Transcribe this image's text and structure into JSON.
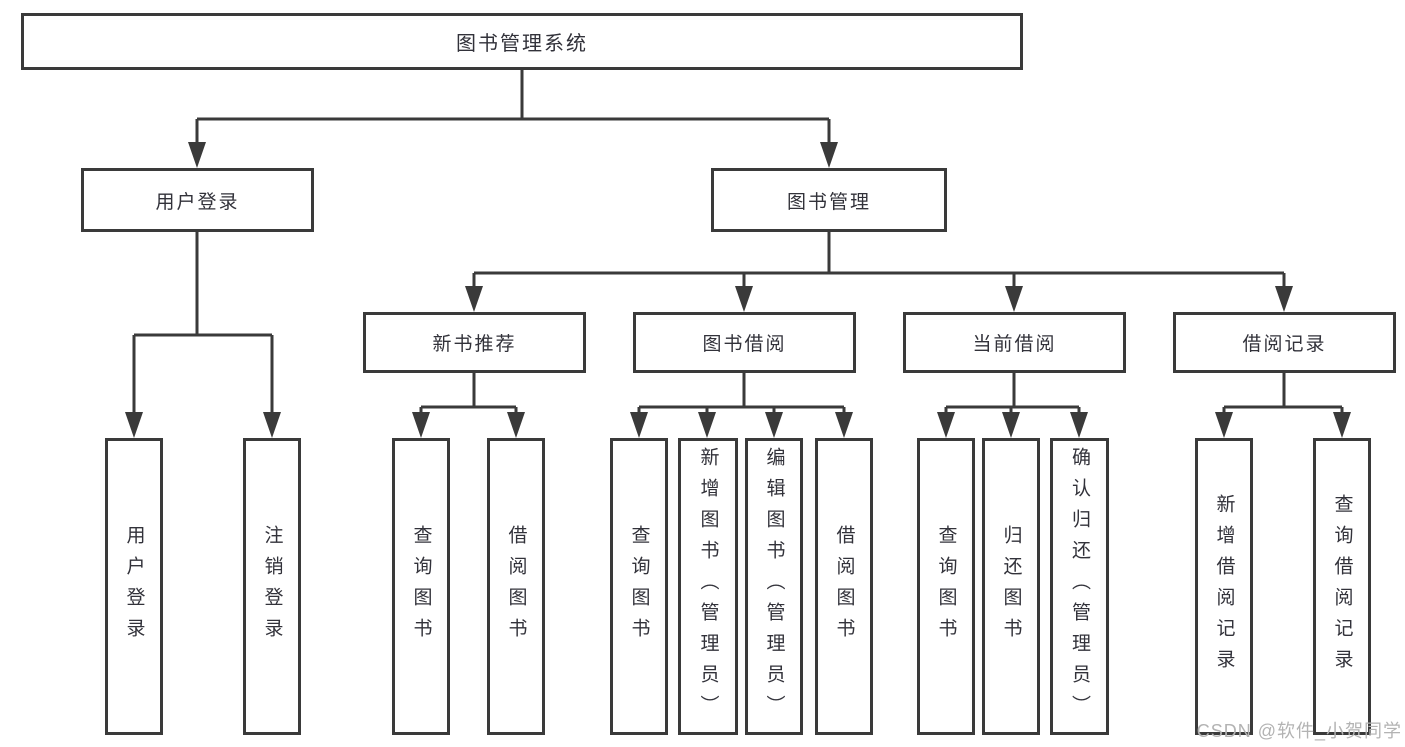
{
  "tree": {
    "root": {
      "label": "图书管理系统"
    },
    "level2": [
      {
        "label": "用户登录"
      },
      {
        "label": "图书管理"
      }
    ],
    "level3": [
      {
        "label": "新书推荐"
      },
      {
        "label": "图书借阅"
      },
      {
        "label": "当前借阅"
      },
      {
        "label": "借阅记录"
      }
    ],
    "leaves": [
      {
        "label": "用户登录"
      },
      {
        "label": "注销登录"
      },
      {
        "label": "查询图书"
      },
      {
        "label": "借阅图书"
      },
      {
        "label": "查询图书"
      },
      {
        "label": "新增图书（管理员）"
      },
      {
        "label": "编辑图书（管理员）"
      },
      {
        "label": "借阅图书"
      },
      {
        "label": "查询图书"
      },
      {
        "label": "归还图书"
      },
      {
        "label": "确认归还（管理员）"
      },
      {
        "label": "新增借阅记录"
      },
      {
        "label": "查询借阅记录"
      }
    ]
  },
  "watermark": {
    "text": "CSDN @软件_小贺同学"
  },
  "colors": {
    "line": "#3a3a3a",
    "box_border": "#3a3a3a",
    "box_bg": "#ffffff",
    "text": "#32323a",
    "watermark": "#b3b3b3"
  }
}
